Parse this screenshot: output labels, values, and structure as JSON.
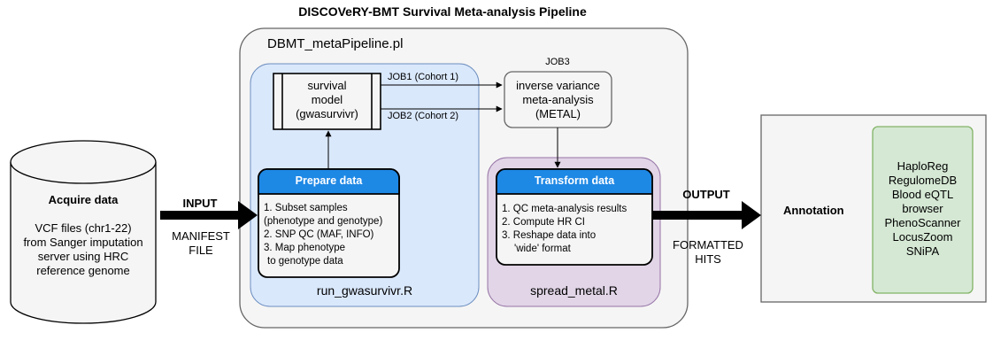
{
  "title": "DISCOVeRY-BMT Survival Meta-analysis Pipeline",
  "main_pipeline": {
    "label": "DBMT_metaPipeline.pl"
  },
  "acquire": {
    "title": "Acquire data",
    "lines": [
      "VCF files (chr1-22)",
      "from Sanger imputation",
      "server using HRC",
      "reference genome"
    ]
  },
  "input_arrow": {
    "label": "INPUT",
    "sublabel_lines": [
      "MANIFEST",
      "FILE"
    ]
  },
  "run_script": {
    "label": "run_gwasurvivr.R",
    "prepare": {
      "header": "Prepare data",
      "steps": [
        "1. Subset samples",
        "(phenotype and genotype)",
        "2. SNP QC (MAF, INFO)",
        "3. Map phenotype",
        "to genotype data"
      ]
    },
    "model": {
      "lines": [
        "survival",
        "model",
        "(gwasurvivr)"
      ]
    }
  },
  "jobs": {
    "job1": "JOB1 (Cohort 1)",
    "job2": "JOB2 (Cohort 2)",
    "job3": "JOB3"
  },
  "metal": {
    "lines": [
      "inverse variance",
      "meta-analysis",
      "(METAL)"
    ]
  },
  "spread_script": {
    "label": "spread_metal.R",
    "transform": {
      "header": "Transform data",
      "steps": [
        "1. QC meta-analysis results",
        "2. Compute HR CI",
        "3. Reshape data into",
        "'wide' format"
      ]
    }
  },
  "output_arrow": {
    "label": "OUTPUT",
    "sublabel_lines": [
      "FORMATTED",
      "HITS"
    ]
  },
  "annotation": {
    "title": "Annotation",
    "tools": [
      "HaploReg",
      "RegulomeDB",
      "Blood eQTL",
      "browser",
      "PhenoScanner",
      "LocusZoom",
      "SNiPA"
    ]
  },
  "colors": {
    "blue_region": "#dae8fc",
    "blue_border": "#6c8ebf",
    "purple_region": "#e1d5e7",
    "purple_border": "#9673a6",
    "header_blue": "#1e88e5",
    "green_fill": "#d5e8d4",
    "green_border": "#82b366",
    "gray_fill": "#f5f5f5",
    "border": "#666666"
  }
}
